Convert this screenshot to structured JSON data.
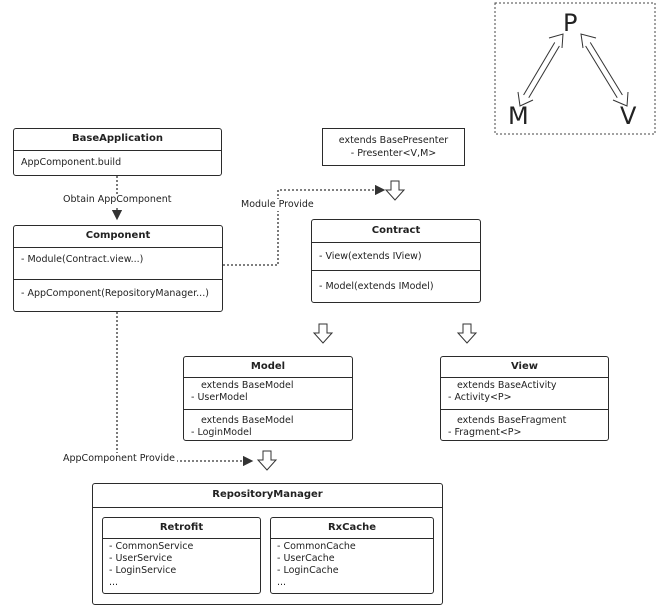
{
  "mvp": {
    "p": "P",
    "m": "M",
    "v": "V"
  },
  "base_application": {
    "title": "BaseApplication",
    "lines": [
      "AppComponent.build"
    ]
  },
  "component": {
    "title": "Component",
    "lines": [
      "- Module(Contract.view...)",
      "- AppComponent(RepositoryManager...)"
    ]
  },
  "presenter_note": {
    "lines": [
      "extends BasePresenter",
      "- Presenter<V,M>"
    ]
  },
  "contract": {
    "title": "Contract",
    "lines": [
      "- View(extends IView)",
      "- Model(extends IModel)"
    ]
  },
  "model": {
    "title": "Model",
    "lines": [
      "extends BaseModel",
      "- UserModel",
      "extends BaseModel",
      "- LoginModel"
    ]
  },
  "view": {
    "title": "View",
    "lines": [
      "extends BaseActivity",
      "- Activity<P>",
      "extends  BaseFragment",
      "- Fragment<P>"
    ]
  },
  "repository_manager": {
    "title": "RepositoryManager"
  },
  "retrofit": {
    "title": "Retrofit",
    "lines": [
      "- CommonService",
      "- UserService",
      "- LoginService",
      "..."
    ]
  },
  "rxcache": {
    "title": "RxCache",
    "lines": [
      "- CommonCache",
      "- UserCache",
      "- LoginCache",
      "..."
    ]
  },
  "labels": {
    "obtain": "Obtain AppComponent",
    "module_provide": "Module Provide",
    "app_component_provide": "AppComponent Provide"
  }
}
